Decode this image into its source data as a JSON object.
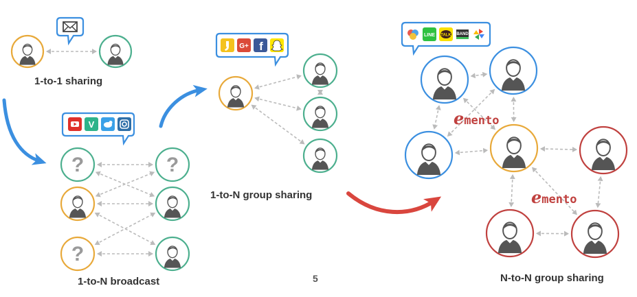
{
  "captions": {
    "one_to_one": "1-to-1 sharing",
    "one_to_n_broadcast": "1-to-N broadcast",
    "one_to_n_group": "1-to-N group sharing",
    "n_to_n_group": "N-to-N group sharing"
  },
  "page_number": "5",
  "brand": {
    "e": "e",
    "rest": "mento"
  },
  "question_mark": "?",
  "colors": {
    "yellow": "#E8A93A",
    "green": "#4CAF8E",
    "blue": "#3B8FE0",
    "red": "#C0413F",
    "arrow": "#BBBBBB",
    "callout": "#3B8FE0"
  },
  "icons": {
    "broadcast_apps": [
      "youtube-icon",
      "vine-icon",
      "twitter-icon",
      "instagram-icon"
    ],
    "group_apps": [
      "kakaostory-icon",
      "google-plus-icon",
      "facebook-icon",
      "snapchat-icon"
    ],
    "n_to_n_apps": [
      "balloon-app-icon",
      "line-icon",
      "kakaotalk-icon",
      "band-icon",
      "pinwheel-app-icon"
    ]
  },
  "app_labels": {
    "vine": "V",
    "google_plus": "G+",
    "facebook": "f",
    "line": "LINE",
    "talk": "TALK",
    "band": "BAND"
  }
}
